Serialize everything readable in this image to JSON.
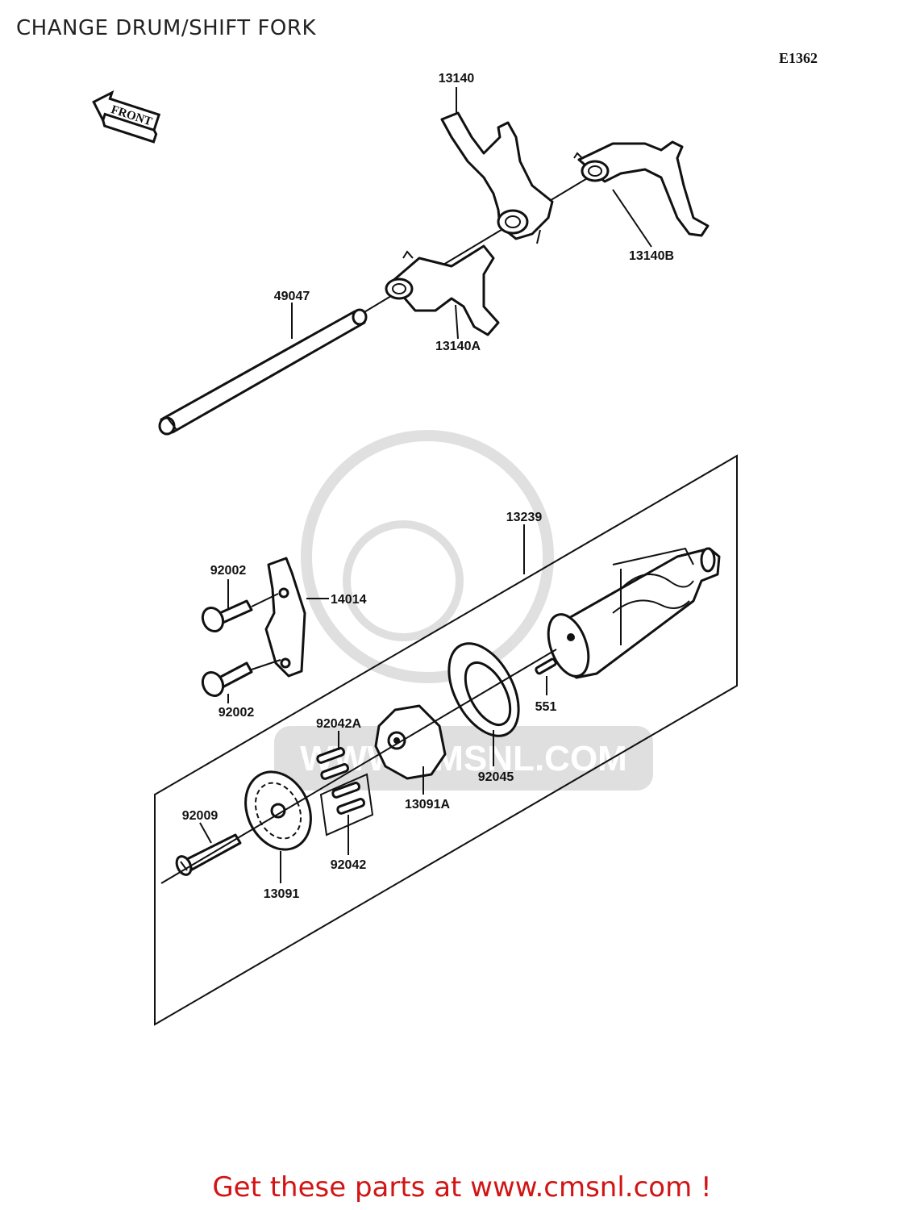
{
  "title": "CHANGE DRUM/SHIFT FORK",
  "diagram_id": "E1362",
  "front_label": "FRONT",
  "watermark_text": "WWW.CMSNL.COM",
  "callouts": {
    "fork_13140": "13140",
    "fork_13140B": "13140B",
    "fork_13140A": "13140A",
    "shaft_49047": "49047",
    "drum_13239": "13239",
    "bolt_92002_top": "92002",
    "holder_14014": "14014",
    "bolt_92002_bottom": "92002",
    "pin_551": "551",
    "pin_92042A": "92042A",
    "bearing_92045": "92045",
    "holder_13091A": "13091A",
    "screw_92009": "92009",
    "pins_92042": "92042",
    "cam_13091": "13091"
  },
  "footer": "Get these parts at www.cmsnl.com !"
}
